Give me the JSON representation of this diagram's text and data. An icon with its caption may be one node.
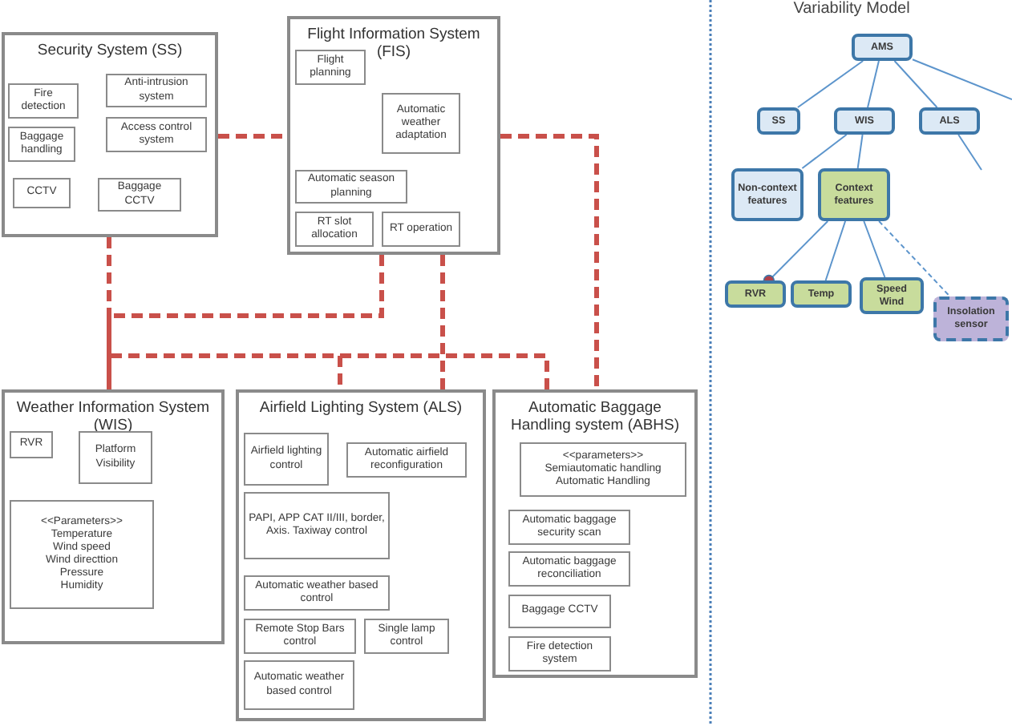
{
  "diagram": {
    "nodes": [
      {
        "text": [
          "Security System (SS)"
        ]
      },
      {
        "text": [
          "Fire detection"
        ],
        "in": 0
      },
      {
        "text": [
          "Anti-intrusion system"
        ],
        "in": 0
      },
      {
        "text": [
          "Baggage handling"
        ],
        "in": 0
      },
      {
        "text": [
          "Access control system"
        ],
        "in": 0
      },
      {
        "text": [
          "CCTV"
        ],
        "in": 0
      },
      {
        "text": [
          "Baggage CCTV"
        ],
        "in": 0
      },
      {
        "text": [
          "Flight Information System (FIS)"
        ]
      },
      {
        "text": [
          "Flight planning"
        ],
        "in": 7
      },
      {
        "text": [
          "Automatic weather adaptation"
        ],
        "in": 7
      },
      {
        "text": [
          "Automatic season planning"
        ],
        "in": 7
      },
      {
        "text": [
          "RT slot allocation"
        ],
        "in": 7
      },
      {
        "text": [
          "RT operation"
        ],
        "in": 7
      },
      {
        "text": [
          "Weather Information System (WIS)"
        ]
      },
      {
        "text": [
          "RVR"
        ],
        "in": 13
      },
      {
        "text": [
          "Platform Visibility"
        ],
        "in": 13
      },
      {
        "text": [
          "<<Parameters>>",
          "Temperature",
          "Wind speed",
          "Wind directtion",
          "Pressure",
          "Humidity"
        ],
        "in": 13
      },
      {
        "text": [
          "Airfield Lighting System (ALS)"
        ]
      },
      {
        "text": [
          "Airfield lighting control"
        ],
        "in": 17
      },
      {
        "text": [
          "Automatic airfield reconfiguration"
        ],
        "in": 17
      },
      {
        "text": [
          "PAPI, APP CAT II/III, border, Axis. Taxiway control"
        ],
        "in": 17
      },
      {
        "text": [
          "Automatic weather based control"
        ],
        "in": 17
      },
      {
        "text": [
          "Remote Stop Bars control"
        ],
        "in": 17
      },
      {
        "text": [
          "Single lamp control"
        ],
        "in": 17
      },
      {
        "text": [
          "Automatic weather based control"
        ],
        "in": 17
      },
      {
        "text": [
          "Automatic Baggage Handling system (ABHS)"
        ]
      },
      {
        "text": [
          "<<parameters>>",
          "Semiautomatic handling",
          "Automatic Handling"
        ],
        "in": 25
      },
      {
        "text": [
          "Automatic baggage security scan"
        ],
        "in": 25
      },
      {
        "text": [
          "Automatic baggage reconciliation"
        ],
        "in": 25
      },
      {
        "text": [
          "Baggage CCTV"
        ],
        "in": 25
      },
      {
        "text": [
          "Fire detection system"
        ],
        "in": 25
      },
      {
        "text": [
          "AMS"
        ]
      },
      {
        "text": [
          "SS"
        ]
      },
      {
        "text": [
          "WIS"
        ]
      },
      {
        "text": [
          "ALS"
        ]
      },
      {
        "text": [
          "Non-context features"
        ]
      },
      {
        "text": [
          "Context features"
        ]
      },
      {
        "text": [
          "RVR"
        ]
      },
      {
        "text": [
          "Temp"
        ]
      },
      {
        "text": [
          "Speed Wind"
        ]
      },
      {
        "text": [
          "Insolation sensor"
        ]
      }
    ],
    "edges": [
      {
        "from": 0,
        "to": 7,
        "arrow": "none",
        "style": "dashed",
        "color": "#c9504a"
      },
      {
        "from": 7,
        "to": 25,
        "arrow": "none",
        "style": "dashed",
        "color": "#c9504a"
      },
      {
        "from": 0,
        "to": 13,
        "arrow": "none",
        "style": "dashed",
        "color": "#c9504a"
      },
      {
        "from": 7,
        "to": 13,
        "arrow": "none",
        "style": "dashed",
        "color": "#c9504a"
      },
      {
        "from": 7,
        "to": 17,
        "arrow": "none",
        "style": "dashed",
        "color": "#c9504a"
      },
      {
        "from": 13,
        "to": 17,
        "arrow": "none",
        "style": "dashed",
        "color": "#c9504a"
      },
      {
        "from": 13,
        "to": 25,
        "arrow": "none",
        "style": "dashed",
        "color": "#c9504a"
      },
      {
        "from": 31,
        "to": 32,
        "arrow": "none"
      },
      {
        "from": 31,
        "to": 33,
        "arrow": "none"
      },
      {
        "from": 31,
        "to": 34,
        "arrow": "none"
      },
      {
        "from": 31,
        "to": null,
        "arrow": "none"
      },
      {
        "from": 34,
        "to": null,
        "arrow": "none"
      },
      {
        "from": 33,
        "to": 35,
        "arrow": "none"
      },
      {
        "from": 33,
        "to": 36,
        "arrow": "none"
      },
      {
        "from": 36,
        "to": 37,
        "arrow": "other"
      },
      {
        "from": 36,
        "to": 38,
        "arrow": "none"
      },
      {
        "from": 36,
        "to": 39,
        "arrow": "none"
      },
      {
        "from": 36,
        "to": 40,
        "arrow": "none",
        "style": "dashed"
      }
    ],
    "labels": [
      "Variability Model"
    ]
  }
}
